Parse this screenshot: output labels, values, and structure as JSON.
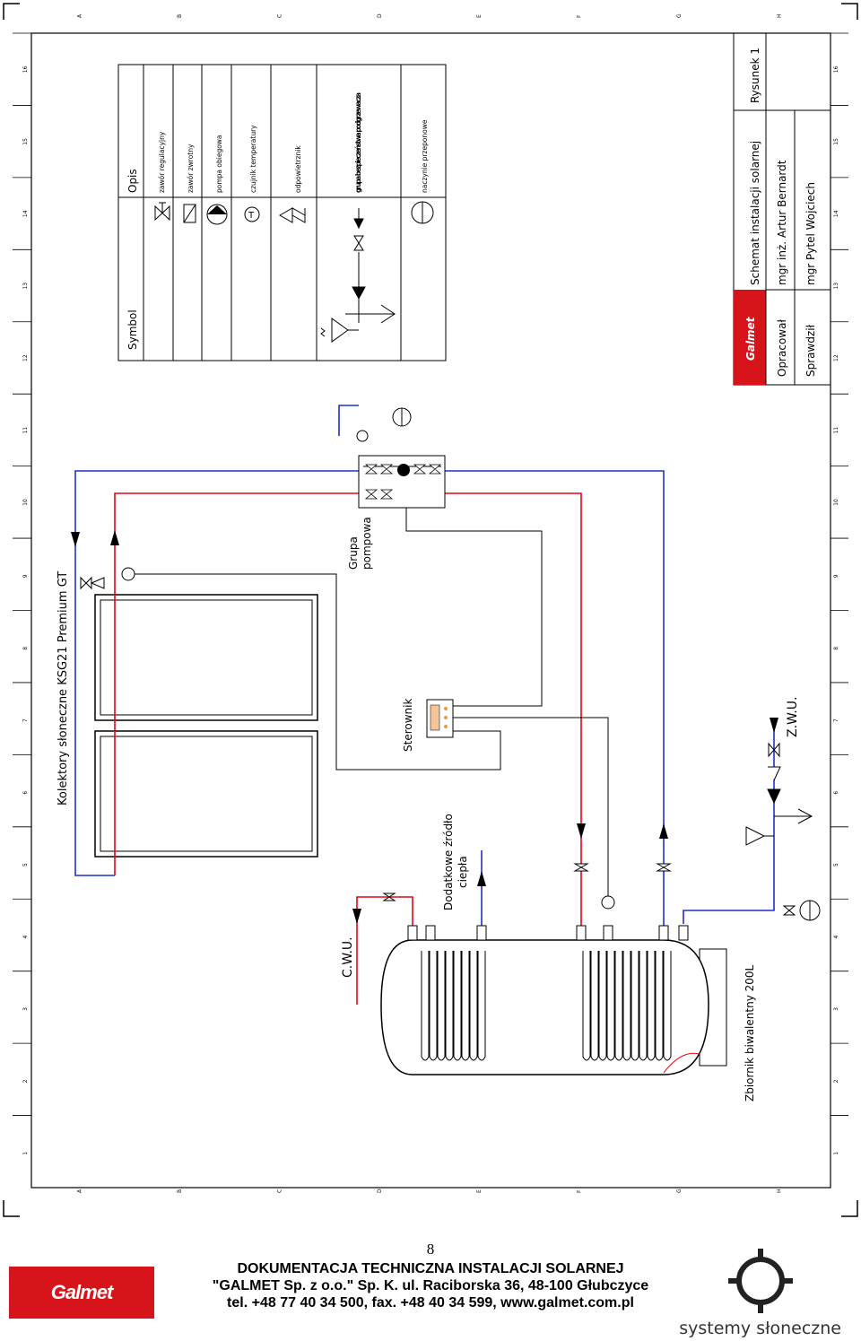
{
  "legend": {
    "col_symbol": "Symbol",
    "col_opis": "Opis",
    "items": [
      "zawór regulacyjny",
      "zawór zwrotny",
      "pompa obiegowa",
      "czujnik temperatury",
      "odpowietrznik",
      "grupa bezpieczeństwa podgrzewacza",
      "naczynie przeponowe"
    ]
  },
  "title_block": {
    "logo": "Galmet",
    "title": "Schemat instalacji solarnej",
    "drawing": "Rysunek 1",
    "prepared_label": "Opracował",
    "prepared_by": "mgr inż. Artur Bernardt",
    "checked_label": "Sprawdził",
    "checked_by": "mgr Pytel Wojciech"
  },
  "labels": {
    "collectors": "Kolektory słoneczne KSG21 Premium GT",
    "pump_group_1": "Grupa",
    "pump_group_2": "pompowa",
    "controller": "Sterownik",
    "extra_source_1": "Dodatkowe źródło",
    "extra_source_2": "ciepła",
    "cwu": "C.W.U.",
    "zwu": "Z.W.U.",
    "tank": "Zbiornik biwalentny 200L"
  },
  "grid": {
    "columns": [
      "16",
      "15",
      "14",
      "13",
      "12",
      "11",
      "10",
      "9",
      "8",
      "7",
      "6",
      "5",
      "4",
      "3",
      "2",
      "1"
    ],
    "rows": [
      "A",
      "B",
      "C",
      "D",
      "E",
      "F",
      "G",
      "H"
    ]
  },
  "colors": {
    "hot": "#e30613",
    "cold": "#1d32c8",
    "line": "#000000",
    "brand": "#d7141a"
  },
  "footer": {
    "page_number": "8",
    "line1": "DOKUMENTACJA TECHNICZNA INSTALACJI SOLARNEJ",
    "line2": "\"GALMET Sp. z o.o.\" Sp. K. ul. Raciborska 36, 48-100 Głubczyce",
    "line3": "tel. +48  77 40 34 500, fax. +48 40 34 599, www.galmet.com.pl",
    "logo": "Galmet",
    "brand": "systemy słoneczne"
  }
}
